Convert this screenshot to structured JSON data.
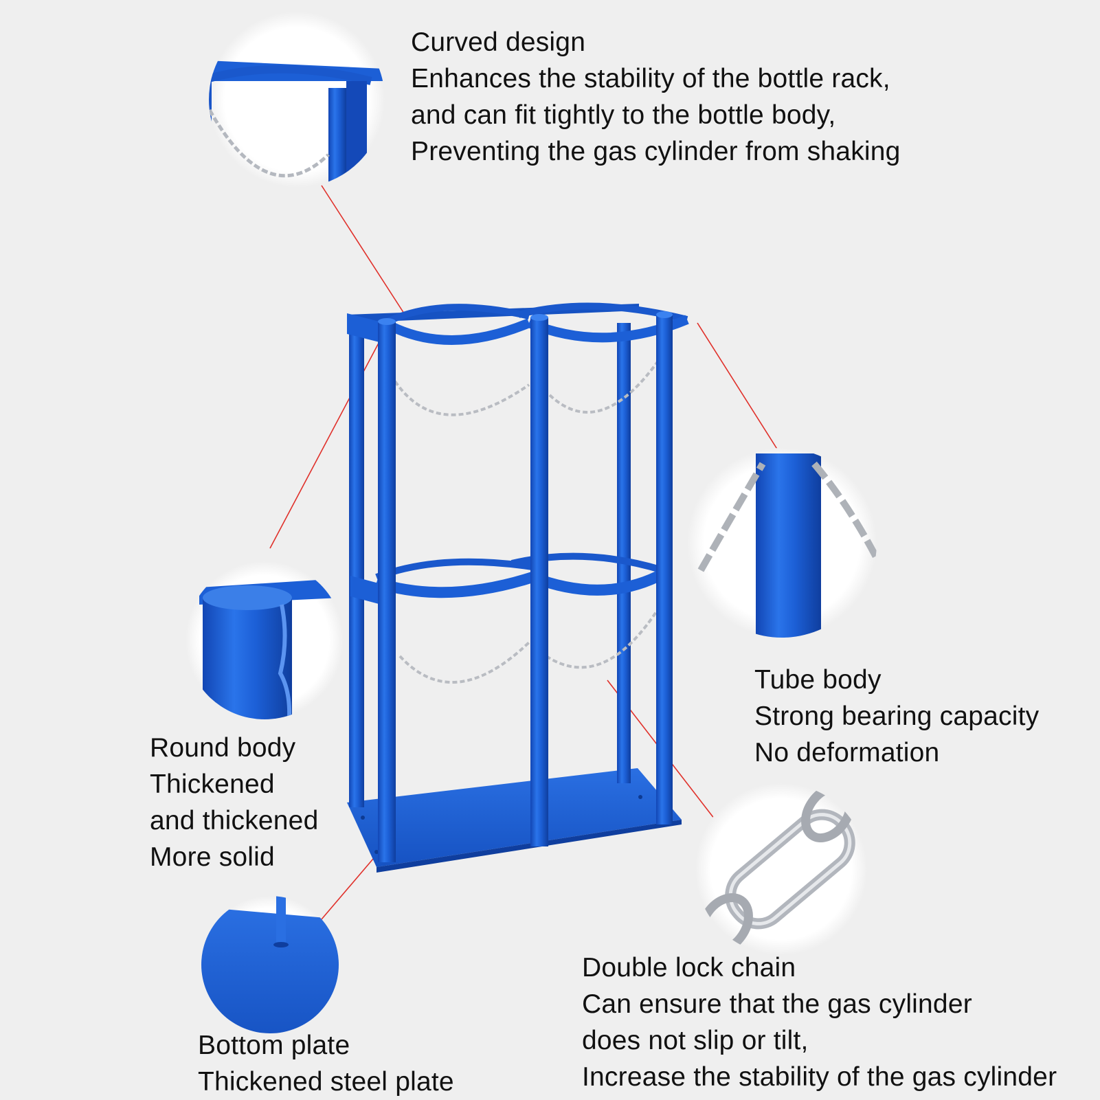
{
  "callouts": {
    "curved": {
      "lines": [
        "Curved design",
        "Enhances the stability of the bottle rack,",
        "and can fit tightly to the bottle body,",
        "Preventing the gas cylinder from shaking"
      ]
    },
    "tube": {
      "lines": [
        "Tube body",
        "Strong bearing capacity",
        "No deformation"
      ]
    },
    "round": {
      "lines": [
        "Round body",
        "Thickened",
        "and thickened",
        "More solid"
      ]
    },
    "chain": {
      "lines": [
        "Double lock chain",
        "Can ensure that the gas cylinder",
        "does not slip or tilt,",
        "Increase the stability of the gas cylinder"
      ]
    },
    "plate": {
      "lines": [
        "Bottom plate",
        "Thickened steel plate"
      ]
    }
  },
  "colors": {
    "background": "#efefef",
    "rack_blue": "#1c5fd6",
    "chain_silver": "#c9ccd1",
    "leader_line": "#e0302a"
  }
}
